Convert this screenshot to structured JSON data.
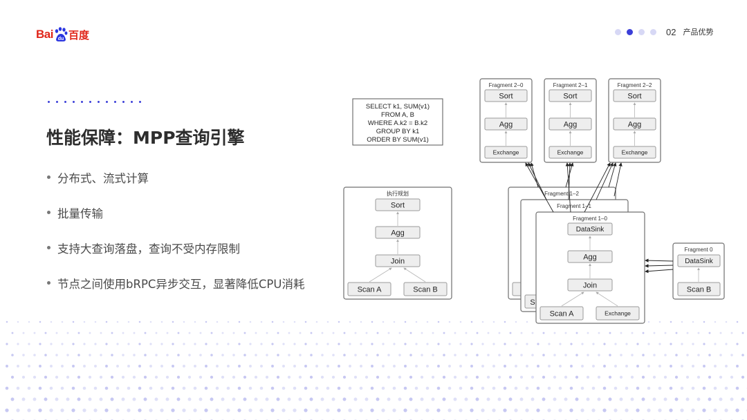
{
  "header": {
    "logo_text": "Bai du 百度",
    "page_number": "02",
    "section_name": "产品优势",
    "pager_active_index": 1,
    "pager_total": 4
  },
  "slide": {
    "title": "性能保障：MPP查询引擎",
    "bullets": [
      "分布式、流式计算",
      "批量传输",
      "支持大查询落盘，查询不受内存限制",
      "节点之间使用bRPC异步交互，显著降低CPU消耗"
    ]
  },
  "diagram": {
    "sql_lines": [
      "SELECT k1, SUM(v1)",
      "FROM A, B",
      "WHERE A.k2 = B.k2",
      "GROUP BY k1",
      "ORDER BY SUM(v1)"
    ],
    "plan": {
      "title": "执行规划",
      "nodes": [
        "Sort",
        "Agg",
        "Join",
        "Scan A",
        "Scan B"
      ]
    },
    "top_fragments": [
      {
        "title": "Fragment 2–0",
        "nodes": [
          "Sort",
          "Agg",
          "Exchange"
        ]
      },
      {
        "title": "Fragment 2–1",
        "nodes": [
          "Sort",
          "Agg",
          "Exchange"
        ]
      },
      {
        "title": "Fragment 2–2",
        "nodes": [
          "Sort",
          "Agg",
          "Exchange"
        ]
      }
    ],
    "mid_fragments": [
      {
        "title": "Fragment 1–2"
      },
      {
        "title": "Fragment 1–1"
      },
      {
        "title": "Fragment 1–0",
        "nodes": [
          "DataSink",
          "Agg",
          "Join",
          "Scan A",
          "Exchange"
        ]
      }
    ],
    "fragment0": {
      "title": "Fragment 0",
      "nodes": [
        "DataSink",
        "Scan B"
      ]
    },
    "peek_letter": "S",
    "colors": {
      "accent": "#3b3fd8",
      "node_fill": "#eeeeee",
      "border": "#6f6f6f"
    }
  }
}
